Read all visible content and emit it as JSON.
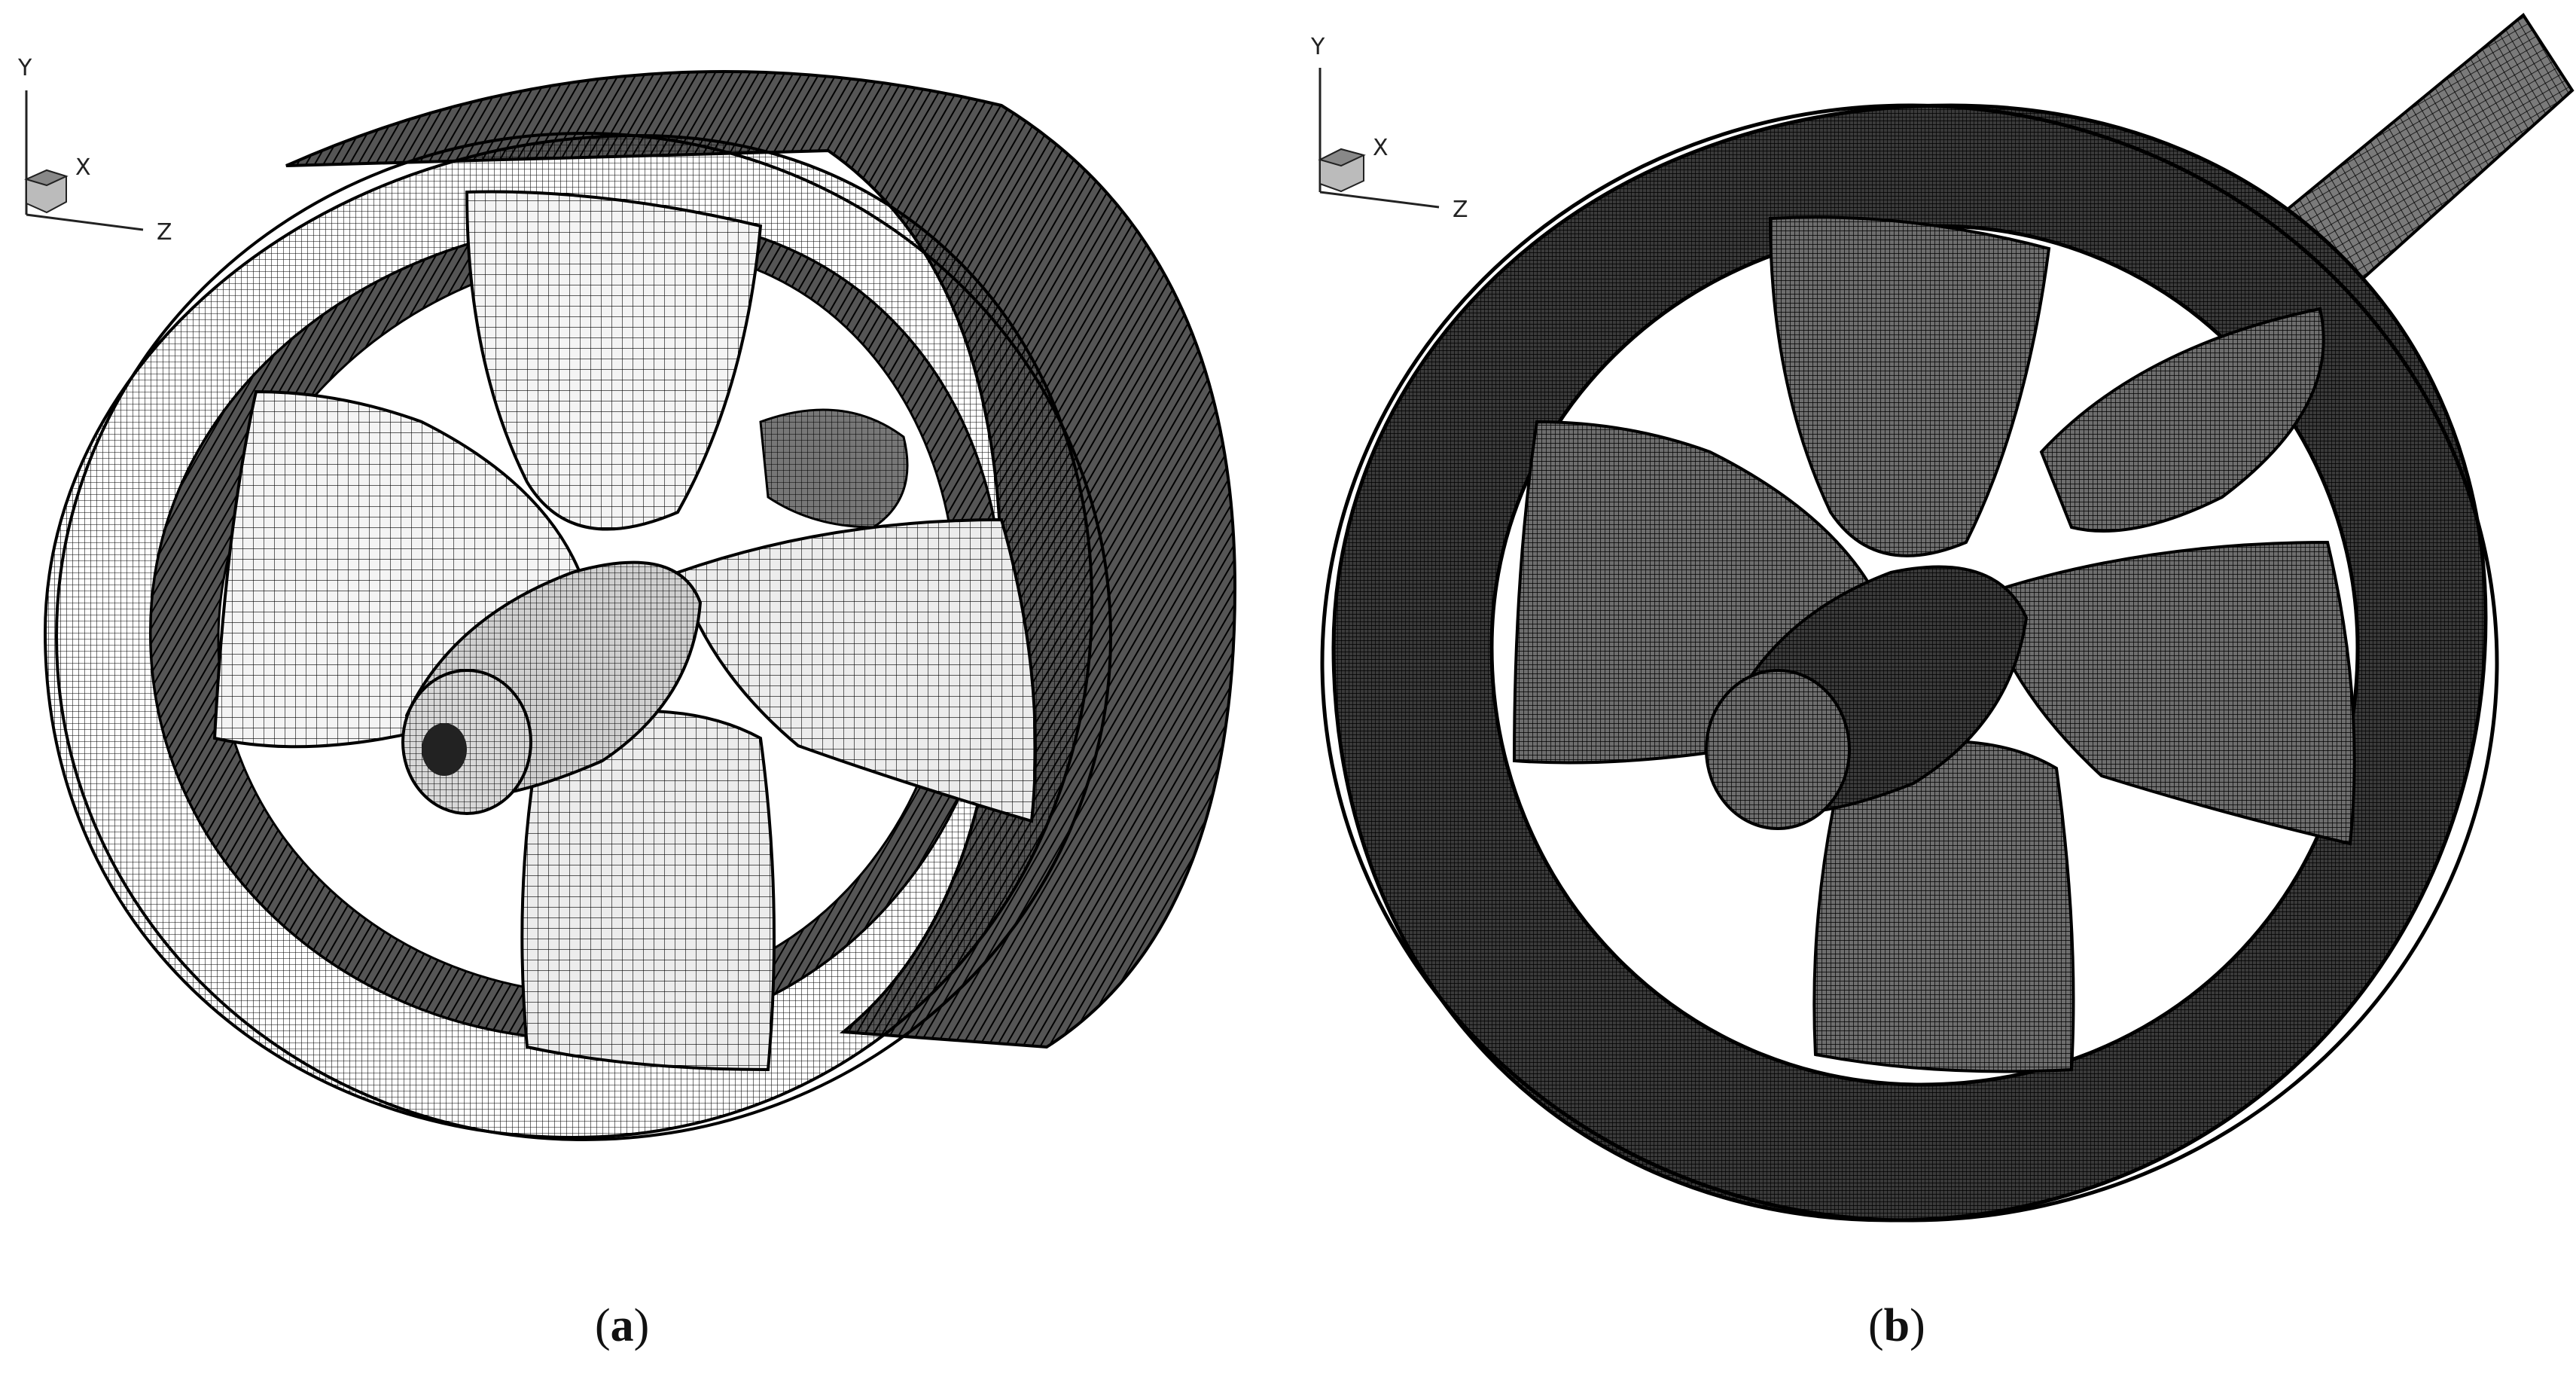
{
  "panels": [
    {
      "id": "a",
      "caption_open": "(",
      "caption_letter": "a",
      "caption_close": ")",
      "axes": {
        "y": "Y",
        "x": "X",
        "z": "Z"
      },
      "mesh": "coarse"
    },
    {
      "id": "b",
      "caption_open": "(",
      "caption_letter": "b",
      "caption_close": ")",
      "axes": {
        "y": "Y",
        "x": "X",
        "z": "Z"
      },
      "mesh": "fine"
    }
  ],
  "colors": {
    "background": "#ffffff",
    "mesh_line": "#000000",
    "blade_fill_a": "#f4f4f4",
    "duct_fill_b": "#3c3c3c",
    "blade_fill_b": "#6e6e6e"
  }
}
